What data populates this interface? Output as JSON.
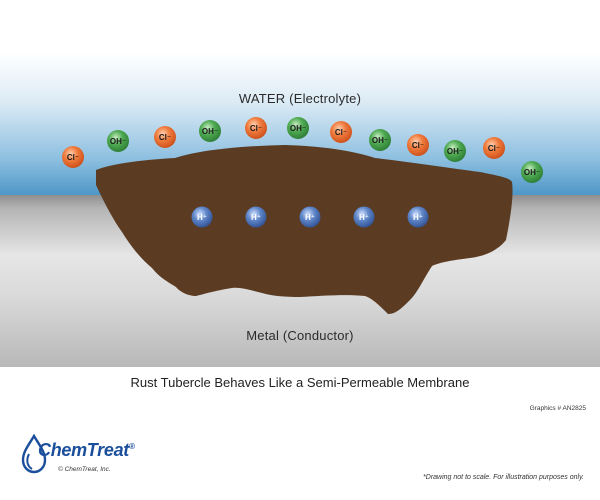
{
  "labels": {
    "water": "WATER (Electrolyte)",
    "metal": "Metal (Conductor)",
    "caption": "Rust Tubercle Behaves Like a Semi-Permeable Membrane",
    "graphics_id": "Graphics # AN2825",
    "disclaimer": "*Drawing not to scale. For illustration purposes only."
  },
  "logo": {
    "name": "ChemTreat",
    "trademark": "®",
    "copyright": "© ChemTreat, Inc."
  },
  "ions": {
    "chloride": "Cl⁻",
    "hydroxide": "OH⁻",
    "hydrogen": "H⁺"
  },
  "colors": {
    "chloride": "#e8632c",
    "hydroxide": "#3f9a47",
    "hydrogen": "#4f76b8",
    "rust": "#5a3a22",
    "water": "#5fa2cf",
    "metal": "#c9c9c9"
  }
}
